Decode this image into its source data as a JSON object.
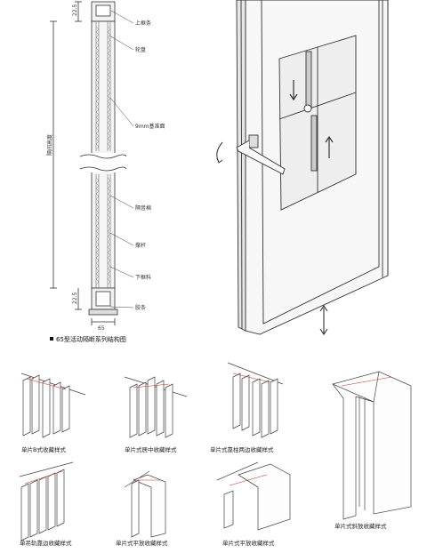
{
  "section_view": {
    "title": "65型活动隔断系列结构图",
    "labels": {
      "upper_frame": "上框条",
      "wheel": "轮盘",
      "glass": "9mm基准面",
      "seal": "隔音棉",
      "rod": "撑杆",
      "lower_frame": "下框料",
      "adhesive": "胶条"
    },
    "dimensions": {
      "top_gap": "22.5",
      "bottom_gap": "22.5",
      "height_label": "隔间高度",
      "width": "65"
    }
  },
  "storage_styles": [
    {
      "caption": "单片B式收藏样式"
    },
    {
      "caption": "单片式居中收藏样式"
    },
    {
      "caption": "单片式靠柱两边收藏样式"
    },
    {
      "caption": "单片式斜放收藏样式"
    },
    {
      "caption": "单吊轨靠边收藏样式"
    },
    {
      "caption": "单片式平放收藏样式"
    },
    {
      "caption": "单片式平放收藏样式"
    }
  ],
  "colors": {
    "line": "#333333",
    "accent": "#c0392b",
    "glass": "#e9e9e9"
  }
}
